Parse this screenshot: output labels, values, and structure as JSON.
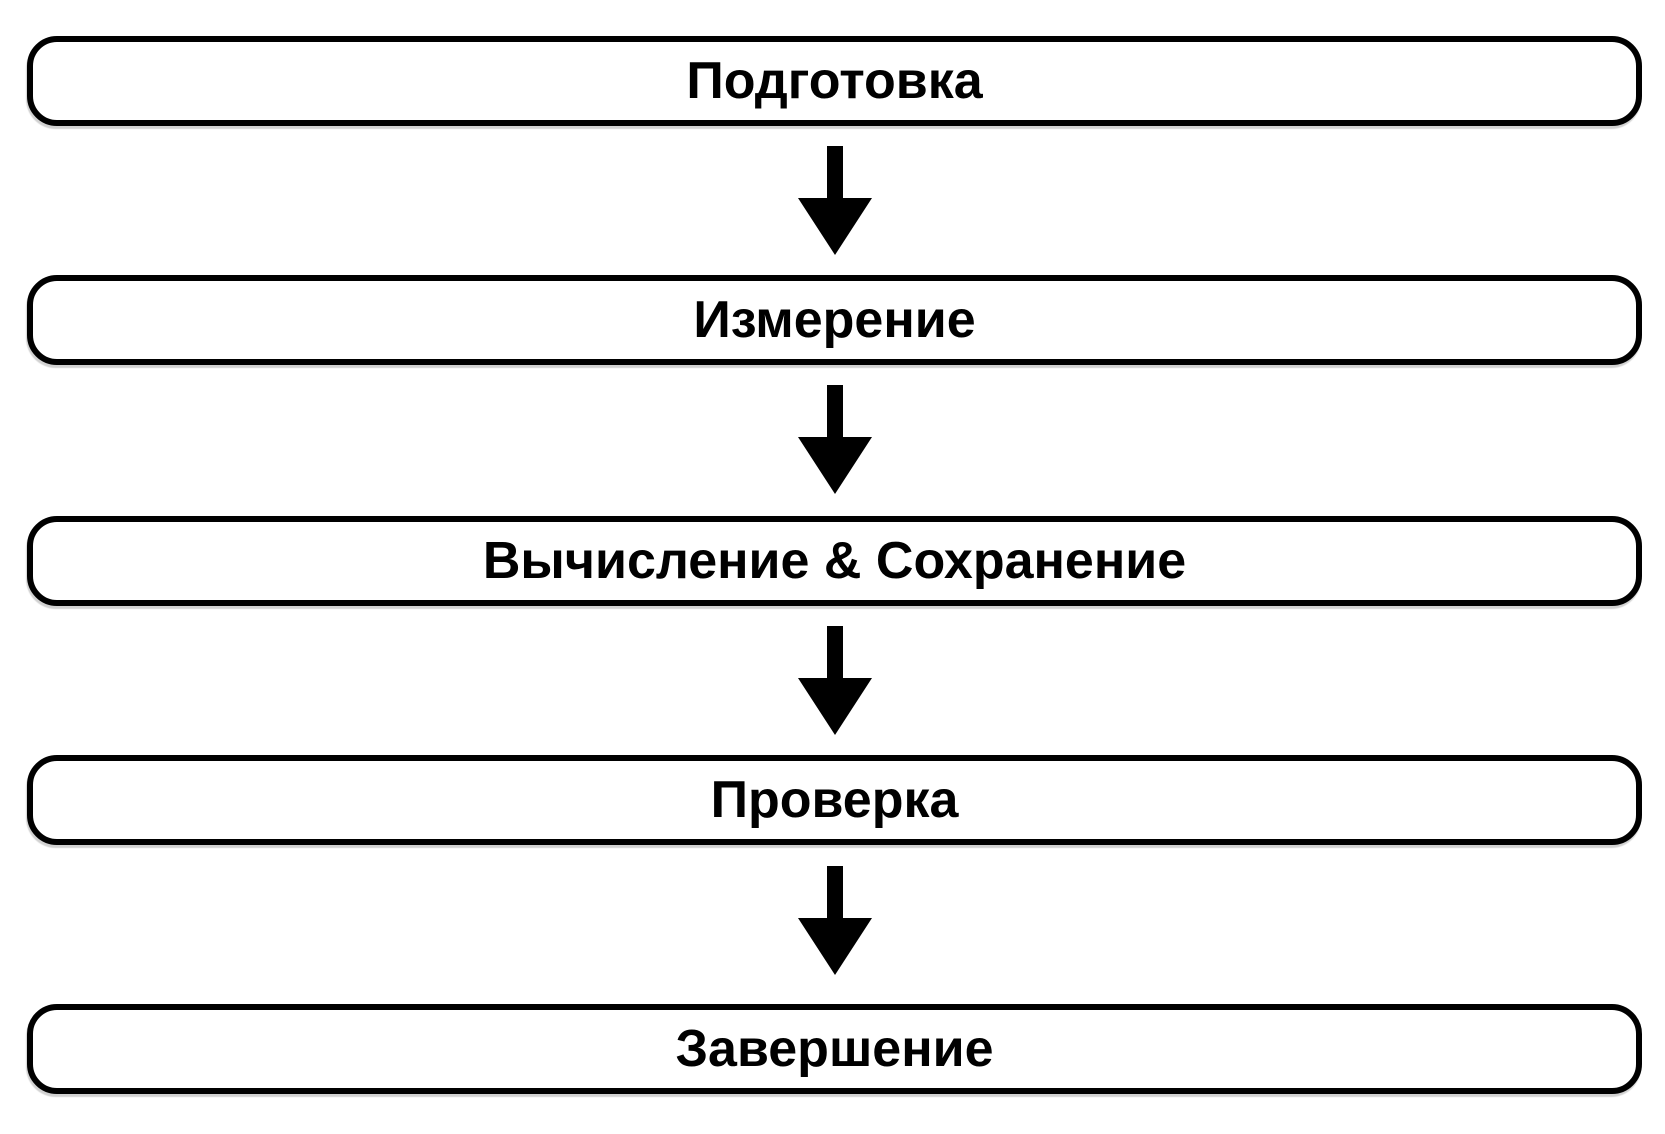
{
  "diagram": {
    "type": "flowchart",
    "direction": "top-down",
    "colors": {
      "background": "#ffffff",
      "box_fill": "#ffffff",
      "box_border": "#000000",
      "arrow": "#000000",
      "text": "#000000"
    },
    "steps": [
      {
        "label": "Подготовка"
      },
      {
        "label": "Измерение"
      },
      {
        "label": "Вычисление & Сохранение"
      },
      {
        "label": "Проверка"
      },
      {
        "label": "Завершение"
      }
    ],
    "connectors": [
      {
        "from": 0,
        "to": 1,
        "icon": "down-arrow-icon"
      },
      {
        "from": 1,
        "to": 2,
        "icon": "down-arrow-icon"
      },
      {
        "from": 2,
        "to": 3,
        "icon": "down-arrow-icon"
      },
      {
        "from": 3,
        "to": 4,
        "icon": "down-arrow-icon"
      }
    ]
  }
}
